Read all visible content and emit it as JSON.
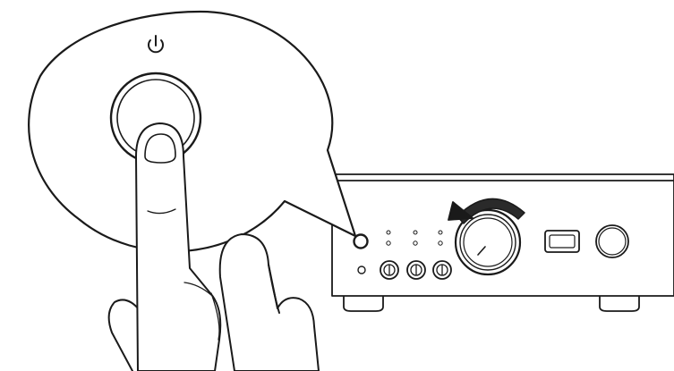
{
  "illustration": {
    "callout": {
      "symbol": "power-icon"
    },
    "hand": {
      "action": "press-power-button"
    },
    "amplifier": {
      "power_button": "power-button",
      "volume_knob": "volume-knob",
      "rotation": "clockwise-arrow-icon"
    }
  },
  "colors": {
    "line": "#1a1a1a",
    "fill": "#ffffff",
    "shade": "#d9d9d9"
  }
}
